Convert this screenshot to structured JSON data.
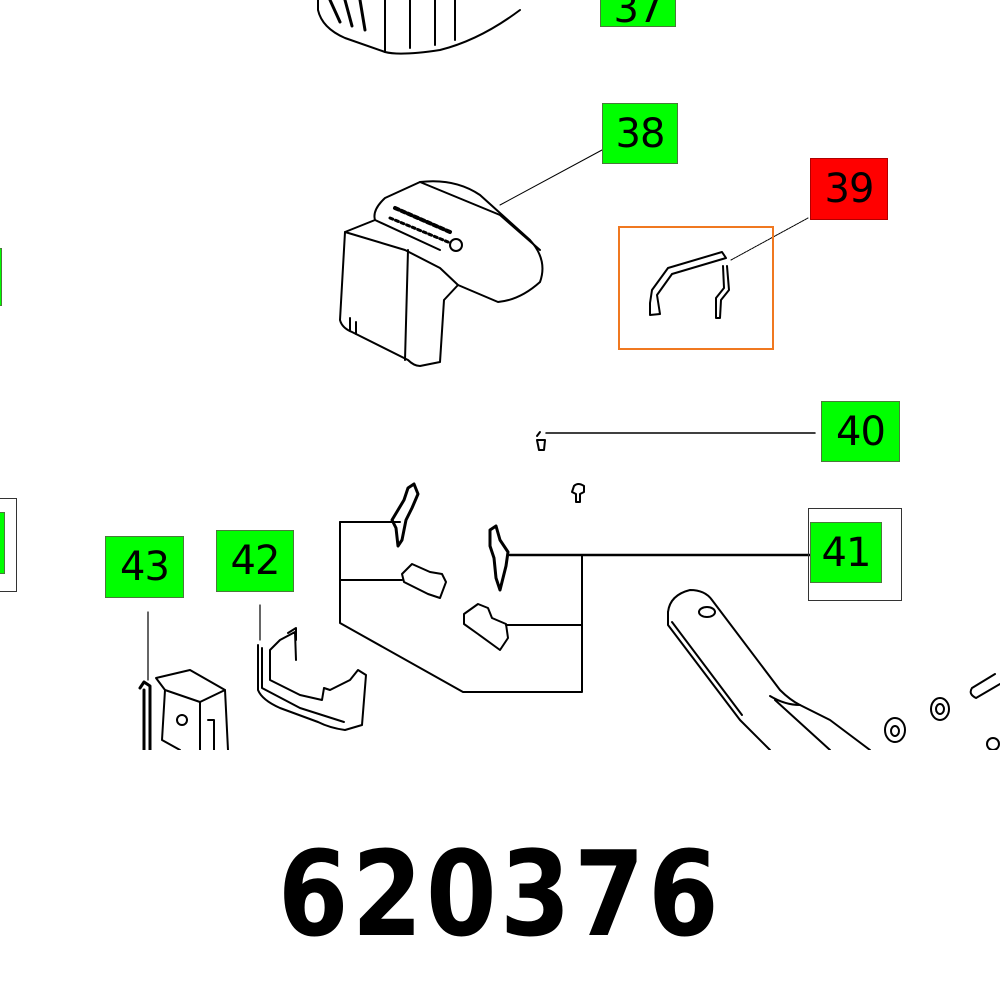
{
  "diagram": {
    "type": "exploded-parts-view",
    "colors": {
      "label_default": "#00ff00",
      "label_selected": "#ff0000",
      "selection_frame": "#f07820",
      "line": "#000000"
    },
    "labels": [
      {
        "id": "37",
        "text": "37",
        "state": "default"
      },
      {
        "id": "38",
        "text": "38",
        "state": "default"
      },
      {
        "id": "39",
        "text": "39",
        "state": "selected"
      },
      {
        "id": "40",
        "text": "40",
        "state": "default"
      },
      {
        "id": "41",
        "text": "41",
        "state": "default",
        "framed": true
      },
      {
        "id": "42",
        "text": "42",
        "state": "default"
      },
      {
        "id": "43",
        "text": "43",
        "state": "default"
      }
    ],
    "selected_part": "39"
  },
  "part_number": "620376"
}
